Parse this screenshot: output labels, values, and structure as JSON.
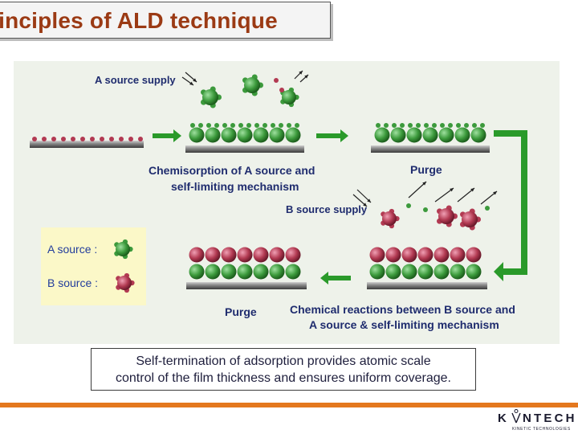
{
  "title": "rinciples of ALD technique",
  "diagram": {
    "labels": {
      "a_supply": "A source supply",
      "chemisorption_1": "Chemisorption of A source and",
      "chemisorption_2": "self-limiting mechanism",
      "purge_top": "Purge",
      "b_supply": "B source supply",
      "reaction_1": "Chemical reactions between B source and",
      "reaction_2": "A source & self-limiting mechanism",
      "purge_bottom": "Purge"
    },
    "legend": {
      "a_source": "A source :",
      "b_source": "B source :"
    }
  },
  "caption": {
    "line1": "Self-termination of adsorption provides atomic scale",
    "line2": "control of the film thickness and ensures uniform coverage."
  },
  "logo": {
    "name": "K NTECH",
    "tagline": "KINETIC TECHNOLOGIES"
  },
  "colors": {
    "title": "#9b3a14",
    "label": "#1f2c6e",
    "molecule_a": "#3c9a3c",
    "molecule_b": "#b23a52",
    "arrow": "#2a9a2a",
    "accent_bar": "#e4781e"
  }
}
